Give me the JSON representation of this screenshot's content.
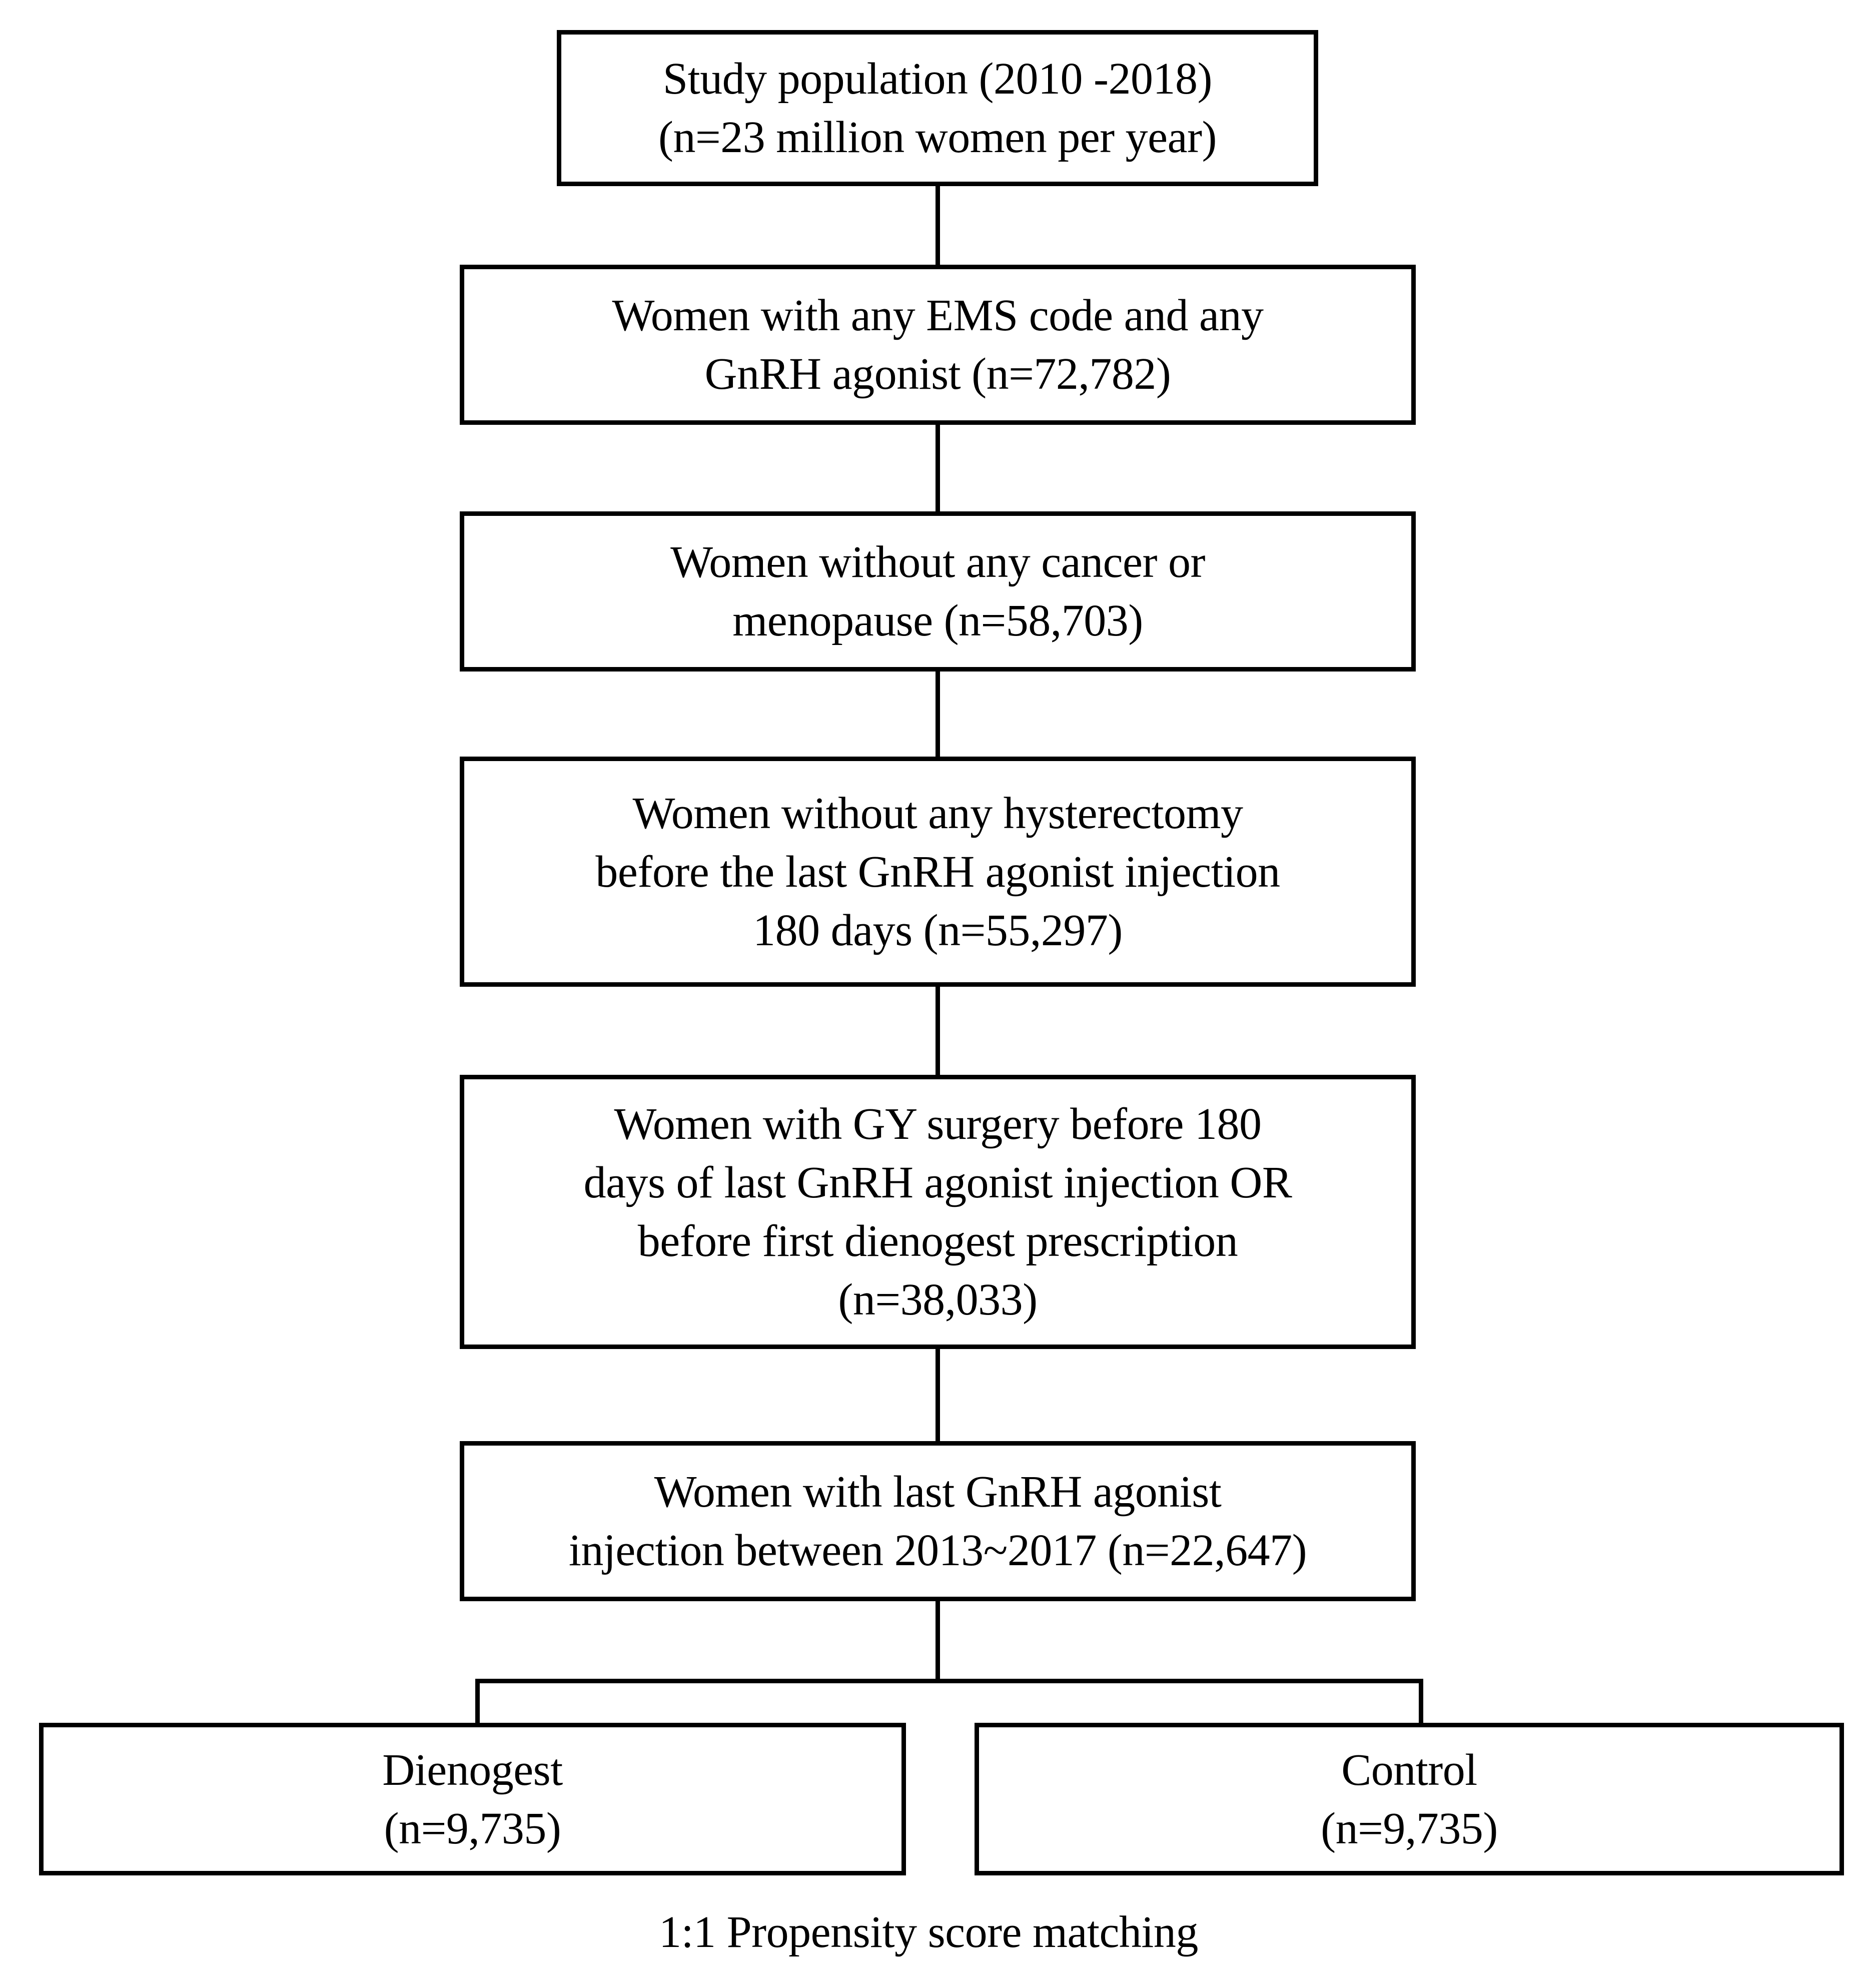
{
  "figure": {
    "type": "flowchart",
    "orientation": "vertical",
    "caption": "1:1 Propensity score matching",
    "colors": {
      "background": "#ffffff",
      "border": "#000000",
      "text": "#000000"
    }
  },
  "nodes": [
    {
      "id": "study-population",
      "text": "Study population (2010 -2018)\n(n=23 million women per year)",
      "n": "23 million women per year",
      "period": "2010 -2018"
    },
    {
      "id": "ems-code-gnrh-agonist",
      "text": "Women with any EMS code and any\nGnRH agonist (n=72,782)",
      "n": "72,782"
    },
    {
      "id": "no-cancer-no-menopause",
      "text": "Women without any cancer or\nmenopause (n=58,703)",
      "n": "58,703"
    },
    {
      "id": "no-hysterectomy",
      "text": "Women without any hysterectomy\nbefore the last GnRH agonist injection\n180 days (n=55,297)",
      "n": "55,297"
    },
    {
      "id": "gy-surgery-exclusion",
      "text": "Women with GY surgery before 180\ndays of last GnRH agonist injection OR\nbefore first dienogest prescription\n(n=38,033)",
      "n": "38,033"
    },
    {
      "id": "injection-window",
      "text": "Women with last GnRH agonist\ninjection between 2013~2017 (n=22,647)",
      "n": "22,647",
      "period": "2013~2017"
    }
  ],
  "terminal_nodes": [
    {
      "id": "dienogest-group",
      "label": "Dienogest",
      "count_label": "(n=9,735)",
      "text": "Dienogest\n(n=9,735)",
      "n": "9,735"
    },
    {
      "id": "control-group",
      "label": "Control",
      "count_label": "(n=9,735)",
      "text": "Control\n(n=9,735)",
      "n": "9,735"
    }
  ],
  "caption": {
    "text": "1:1 Propensity score matching"
  }
}
